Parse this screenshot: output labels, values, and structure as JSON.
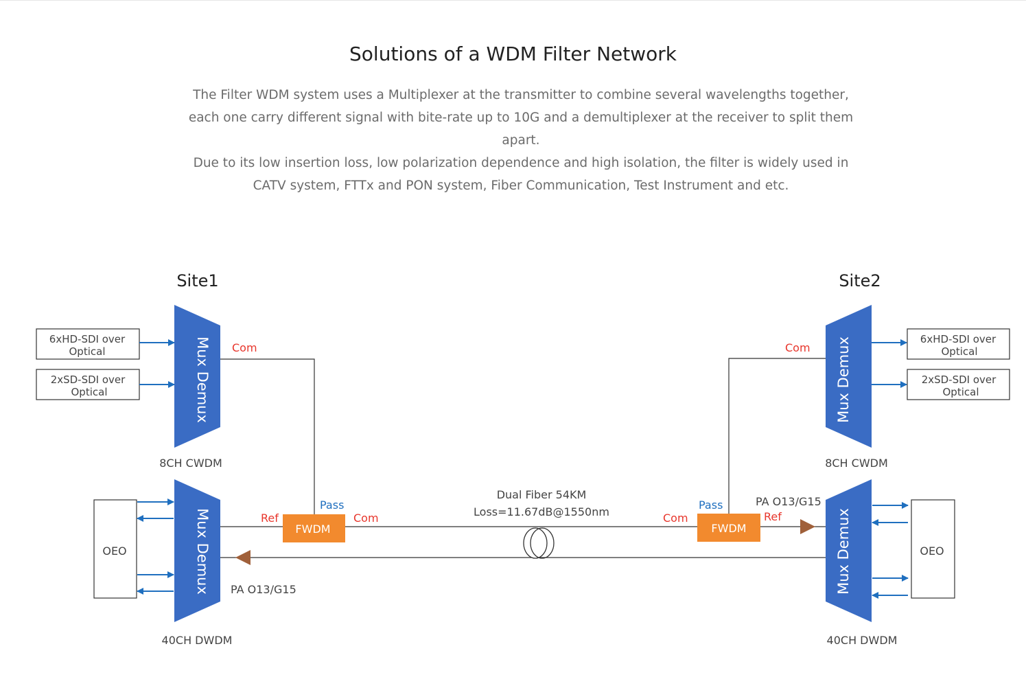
{
  "page": {
    "title": "Solutions of a WDM Filter Network",
    "paragraph1": "The Filter WDM system uses a Multiplexer at the transmitter to combine several wavelengths together, each one carry different signal with bite-rate up to 10G and a demultiplexer at the receiver to split them apart.",
    "paragraph2": "Due to its low insertion loss, low polarization dependence and high isolation, the filter is widely used in CATV system, FTTx and PON system, Fiber Communication, Test Instrument and etc."
  },
  "diagram": {
    "site1": {
      "name": "Site1",
      "mux_label": "Mux Demux",
      "cwdm_label": "8CH CWDM",
      "dwdm_label": "40CH DWDM",
      "input1_line1": "6xHD-SDI over",
      "input1_line2": "Optical",
      "input2_line1": "2xSD-SDI over",
      "input2_line2": "Optical",
      "oeo": "OEO",
      "fwdm": "FWDM",
      "port_com": "Com",
      "port_pass": "Pass",
      "port_ref": "Ref",
      "fwdm_com": "Com",
      "amp": "PA O13/G15"
    },
    "site2": {
      "name": "Site2",
      "mux_label": "Mux Demux",
      "cwdm_label": "8CH CWDM",
      "dwdm_label": "40CH DWDM",
      "input1_line1": "6xHD-SDI over",
      "input1_line2": "Optical",
      "input2_line1": "2xSD-SDI over",
      "input2_line2": "Optical",
      "oeo": "OEO",
      "fwdm": "FWDM",
      "port_com": "Com",
      "port_pass": "Pass",
      "port_ref": "Ref",
      "fwdm_com": "Com",
      "amp": "PA O13/G15"
    },
    "link_line1": "Dual Fiber 54KM",
    "link_line2": "Loss=11.67dB@1550nm",
    "colors": {
      "mux": "#3a6cc4",
      "fwdm": "#f28a2e",
      "arrow_blue": "#1f6fbf",
      "amp": "#a0603a",
      "port_red": "#e8362c",
      "port_blue": "#1f6fbf",
      "line": "#333333"
    }
  }
}
